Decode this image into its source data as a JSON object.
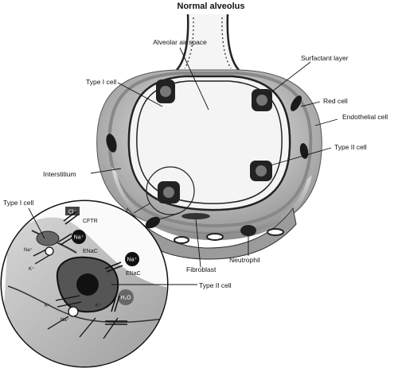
{
  "title": "Normal alveolus",
  "labels": {
    "alveolar_air_space": "Alveolar air space",
    "surfactant_layer": "Surfactant layer",
    "type1_cell": "Type I cell",
    "red_cell": "Red cell",
    "endothelial_cell": "Endothelial cell",
    "type2_cell": "Type II cell",
    "interstitium": "Interstitium",
    "type1_cell_inset": "Type I cell",
    "neutrophil": "Neutrophil",
    "fibroblast": "Fibroblast",
    "type2_cell_inset": "Type II cell"
  },
  "inset": {
    "cl": "Cl⁻",
    "cftr": "CFTR",
    "na_1": "Na⁺",
    "enac_1": "ENaC",
    "na_2": "Na⁺",
    "enac_2": "ENaC",
    "h2o": "H₂O",
    "na_k_left": "Na⁺",
    "k_left": "K⁺",
    "na_k_bottom": "Na⁺",
    "k_bottom": "K⁺",
    "k_cell": "K⁺"
  }
}
